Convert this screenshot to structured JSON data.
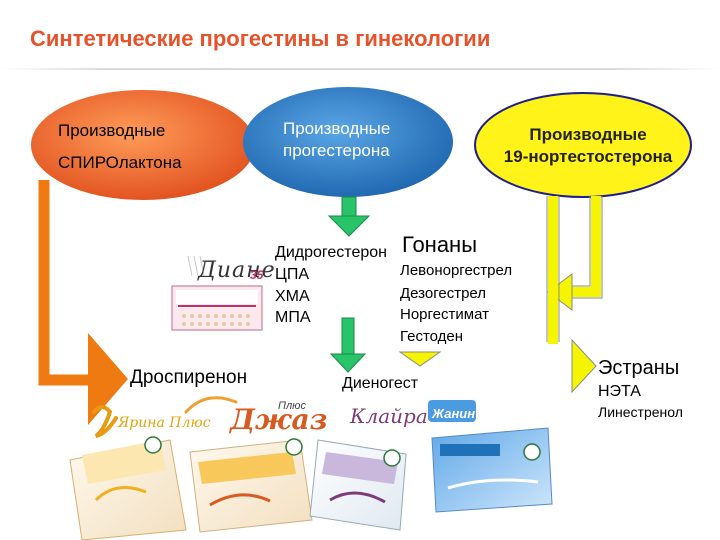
{
  "title": "Синтетические прогестины в гинекологии",
  "groups": {
    "spironolactone": {
      "line1": "Производные",
      "line2": "СПИРОлактона"
    },
    "progesterone": {
      "line1": "Производные",
      "line2": "прогестерона"
    },
    "nortestosterone": {
      "line1": "Производные",
      "line2": "19-нортестостерона"
    }
  },
  "progesterone_derivatives": {
    "items": [
      "Дидрогестерон",
      "ЦПА",
      "ХМА",
      "МПА"
    ]
  },
  "gonanes": {
    "heading": "Гонаны",
    "items": [
      "Левоноргестрел",
      "Дезогестрел",
      "Норгестимат",
      "Гестоден"
    ]
  },
  "drospirenone": "Дроспиренон",
  "dienogest": "Диеногест",
  "estranes": {
    "heading": "Эстраны",
    "items": [
      "НЭТА",
      "Линестренол"
    ]
  },
  "brands": {
    "diane": "Диане",
    "diane_35": "35",
    "yarina": "Ярина Плюс",
    "jazz": "Джаз",
    "jazz_plus": "Плюс",
    "klayra": "Клайра",
    "jeanine": "Жанин"
  },
  "colors": {
    "title": "#e8522a",
    "spironolactone_oval": "#e8522a",
    "progesterone_oval": "#1f72b7",
    "nortestosterone_oval": "#fff31a",
    "arrow_green": "#27c46a",
    "arrow_yellow": "#f5f500",
    "arrow_orange": "#f07a12"
  },
  "icons": {
    "arrow_from_progesterone": "down-arrow-green",
    "arrow_from_spironolactone": "right-arrow-orange",
    "arrow_to_gonanes": "left-arrow-yellow",
    "arrow_to_estranes": "right-arrow-yellow",
    "arrow_to_dienogest": "down-arrow-yellow",
    "bayer_logo": "bayer-cross-logo"
  }
}
